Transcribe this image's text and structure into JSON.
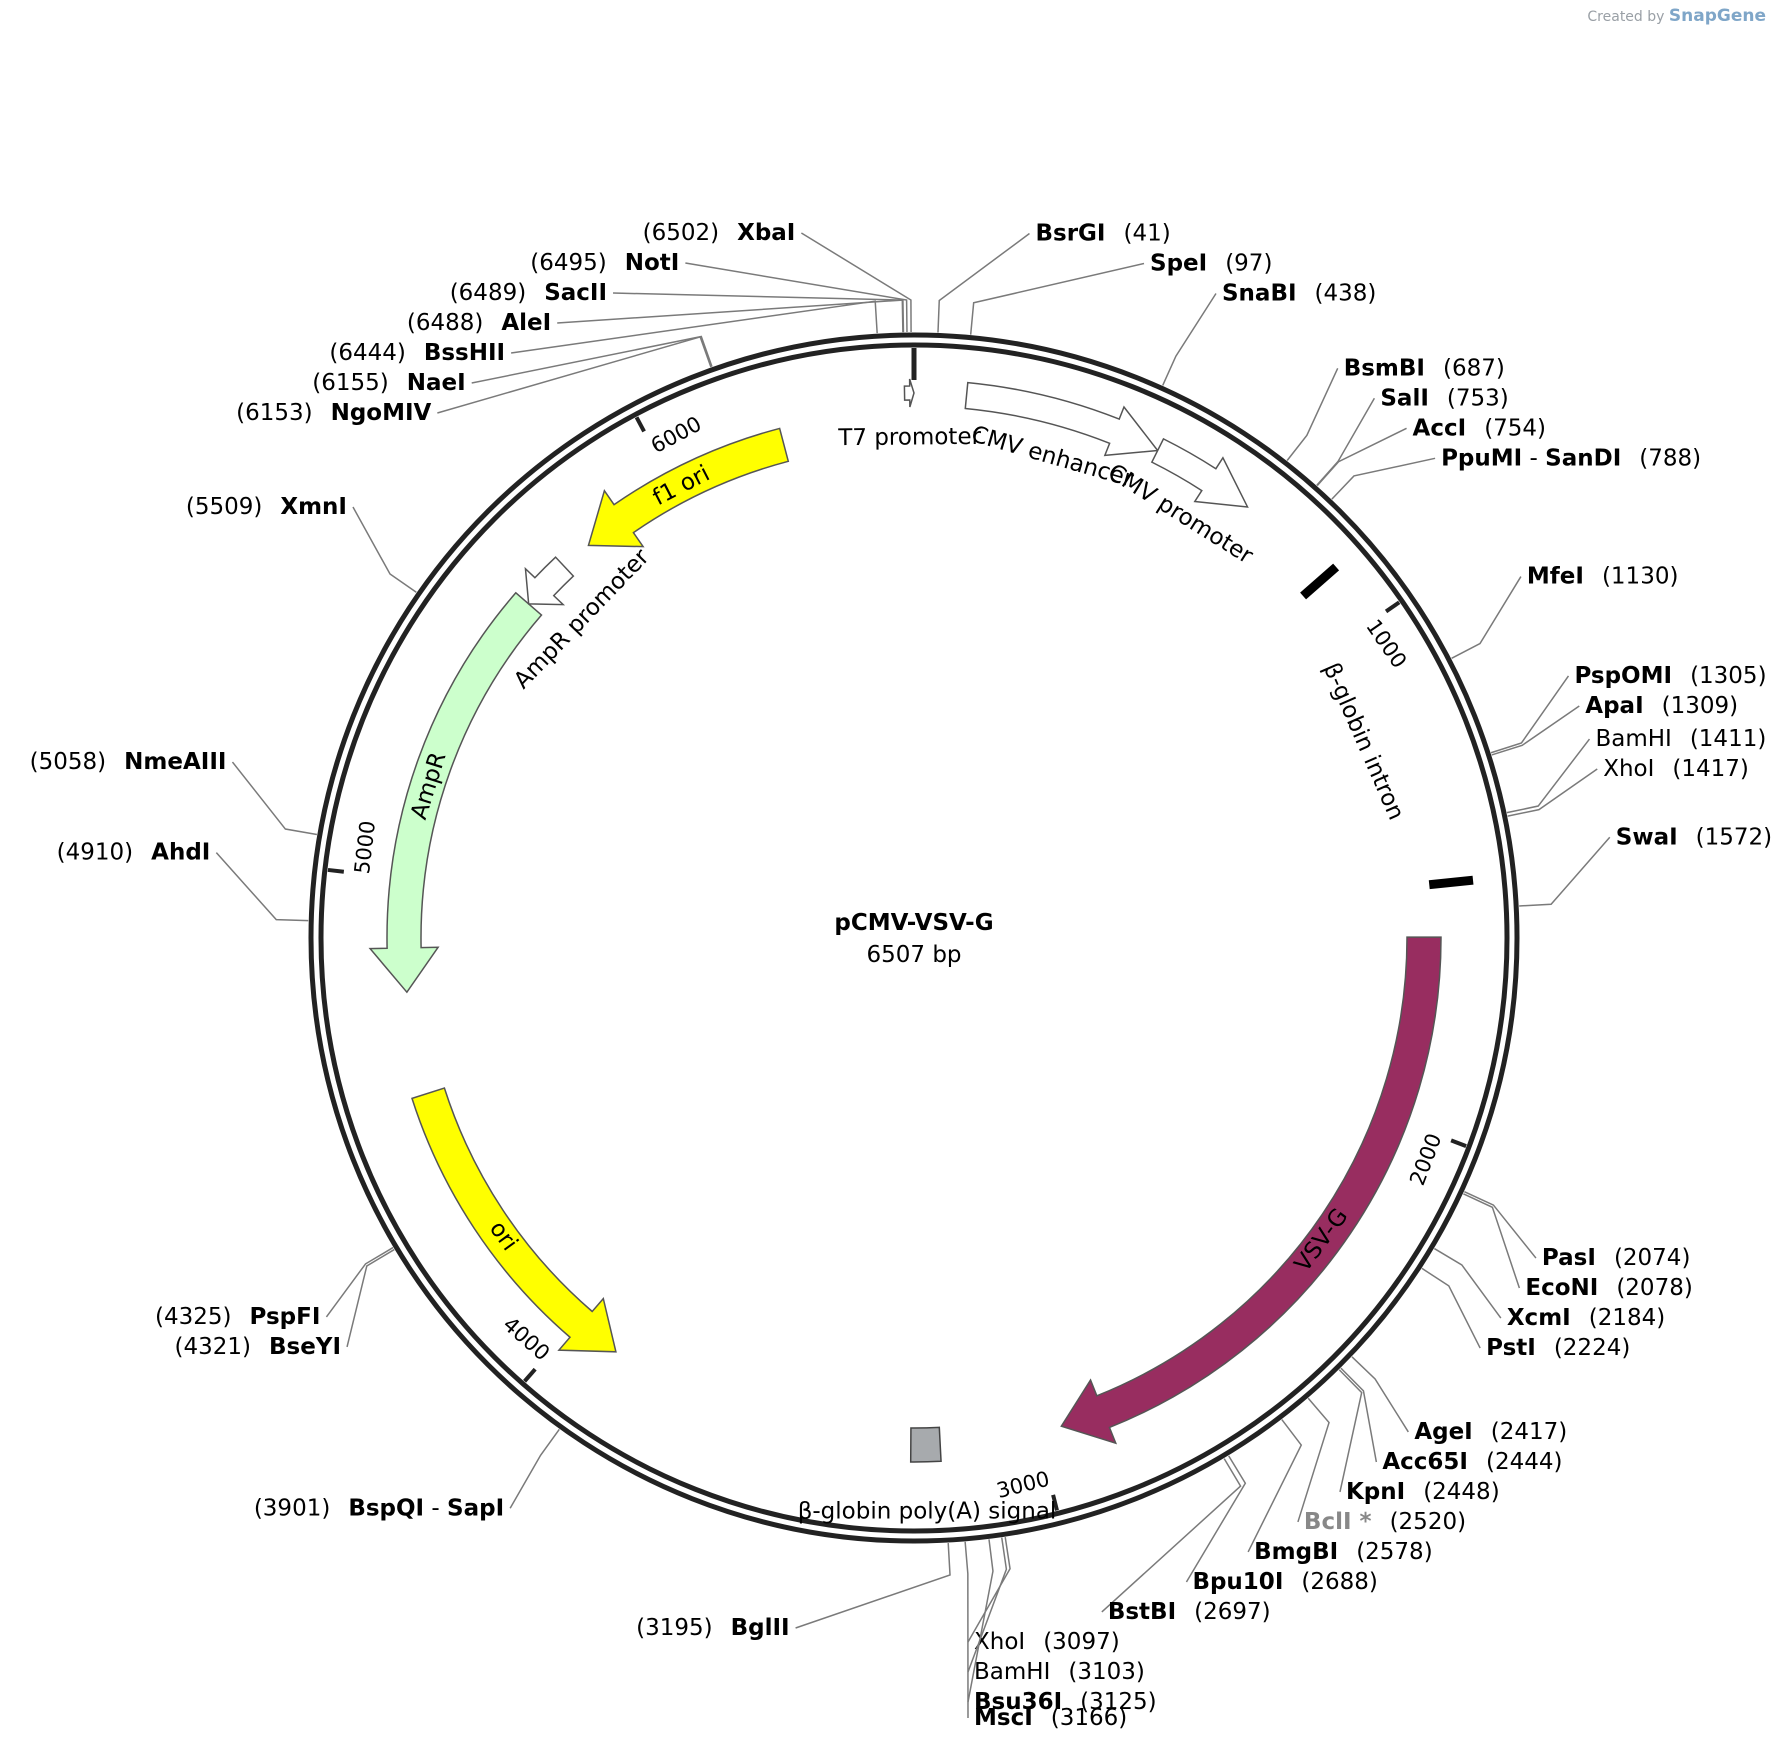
{
  "credit": {
    "prefix": "Created by",
    "brand": "SnapGene"
  },
  "plasmid": {
    "name": "pCMV-VSV-G",
    "length_label": "6507 bp",
    "length": 6507
  },
  "ticks": [
    {
      "pos": 1000,
      "label": "1000"
    },
    {
      "pos": 2000,
      "label": "2000"
    },
    {
      "pos": 3000,
      "label": "3000"
    },
    {
      "pos": 4000,
      "label": "4000"
    },
    {
      "pos": 5000,
      "label": "5000"
    },
    {
      "pos": 6000,
      "label": "6000"
    }
  ],
  "features": [
    {
      "name": "T7 promoter",
      "start": 6489,
      "end": 6507,
      "type": "arrow",
      "dir": 1,
      "fill": "#ffffff"
    },
    {
      "name": "CMV enhancer",
      "start": 100,
      "end": 480,
      "type": "arrow",
      "dir": 1,
      "fill": "#ffffff"
    },
    {
      "name": "CMV promoter",
      "start": 480,
      "end": 682,
      "type": "arrow",
      "dir": 1,
      "fill": "#ffffff"
    },
    {
      "name": "β-globin intron",
      "start": 880,
      "end": 1520,
      "type": "bracket",
      "fill": "#000000"
    },
    {
      "name": "VSV-G",
      "start": 1625,
      "end": 2950,
      "type": "arrow",
      "dir": 1,
      "fill": "#982d60"
    },
    {
      "name": "β-globin poly(A) signal",
      "start": 3200,
      "end": 3260,
      "type": "box",
      "fill": "#a7aaad"
    },
    {
      "name": "ori",
      "start": 3900,
      "end": 4560,
      "type": "arrow",
      "dir": -1,
      "fill": "#ffff00"
    },
    {
      "name": "AmpR",
      "start": 4770,
      "end": 5620,
      "type": "arrow",
      "dir": -1,
      "fill": "#ccffcc"
    },
    {
      "name": "AmpR promoter",
      "start": 5620,
      "end": 5725,
      "type": "arrow",
      "dir": -1,
      "fill": "#ffffff"
    },
    {
      "name": "f1 ori",
      "start": 5790,
      "end": 6240,
      "type": "arrow",
      "dir": -1,
      "fill": "#ffff00"
    }
  ],
  "sites": [
    {
      "enzyme": "XbaI",
      "position": "(6502)",
      "pos": 6502,
      "bold": true,
      "side": "left"
    },
    {
      "enzyme": "NotI",
      "position": "(6495)",
      "pos": 6495,
      "bold": true,
      "side": "left"
    },
    {
      "enzyme": "SacII",
      "position": "(6489)",
      "pos": 6489,
      "bold": true,
      "side": "left"
    },
    {
      "enzyme": "AleI",
      "position": "(6488)",
      "pos": 6488,
      "bold": true,
      "side": "left"
    },
    {
      "enzyme": "BssHII",
      "position": "(6444)",
      "pos": 6444,
      "bold": true,
      "side": "left"
    },
    {
      "enzyme": "NaeI",
      "position": "(6155)",
      "pos": 6155,
      "bold": true,
      "side": "left"
    },
    {
      "enzyme": "NgoMIV",
      "position": "(6153)",
      "pos": 6153,
      "bold": true,
      "side": "left"
    },
    {
      "enzyme": "XmnI",
      "position": "(5509)",
      "pos": 5509,
      "bold": true,
      "side": "left"
    },
    {
      "enzyme": "NmeAIII",
      "position": "(5058)",
      "pos": 5058,
      "bold": true,
      "side": "left"
    },
    {
      "enzyme": "AhdI",
      "position": "(4910)",
      "pos": 4910,
      "bold": true,
      "side": "left"
    },
    {
      "enzyme": "PspFI",
      "position": "(4325)",
      "pos": 4325,
      "bold": true,
      "side": "left"
    },
    {
      "enzyme": "BseYI",
      "position": "(4321)",
      "pos": 4321,
      "bold": true,
      "side": "left"
    },
    {
      "enzyme": "BspQI - SapI",
      "enzyme_a": "BspQI",
      "enzyme_b": "SapI",
      "position": "(3901)",
      "pos": 3901,
      "bold": true,
      "side": "left"
    },
    {
      "enzyme": "BglII",
      "position": "(3195)",
      "pos": 3195,
      "bold": true,
      "side": "left"
    },
    {
      "enzyme": "BsrGI",
      "position": "(41)",
      "pos": 41,
      "bold": true,
      "side": "right"
    },
    {
      "enzyme": "SpeI",
      "position": "(97)",
      "pos": 97,
      "bold": true,
      "side": "right"
    },
    {
      "enzyme": "SnaBI",
      "position": "(438)",
      "pos": 438,
      "bold": true,
      "side": "right"
    },
    {
      "enzyme": "BsmBI",
      "position": "(687)",
      "pos": 687,
      "bold": true,
      "side": "right"
    },
    {
      "enzyme": "SalI",
      "position": "(753)",
      "pos": 753,
      "bold": true,
      "side": "right"
    },
    {
      "enzyme": "AccI",
      "position": "(754)",
      "pos": 754,
      "bold": true,
      "side": "right"
    },
    {
      "enzyme": "PpuMI - SanDI",
      "enzyme_a": "PpuMI",
      "enzyme_b": "SanDI",
      "position": "(788)",
      "pos": 788,
      "bold": true,
      "side": "right"
    },
    {
      "enzyme": "MfeI",
      "position": "(1130)",
      "pos": 1130,
      "bold": true,
      "side": "right"
    },
    {
      "enzyme": "PspOMI",
      "position": "(1305)",
      "pos": 1305,
      "bold": true,
      "side": "right"
    },
    {
      "enzyme": "ApaI",
      "position": "(1309)",
      "pos": 1309,
      "bold": true,
      "side": "right"
    },
    {
      "enzyme": "BamHI",
      "position": "(1411)",
      "pos": 1411,
      "bold": false,
      "side": "right"
    },
    {
      "enzyme": "XhoI",
      "position": "(1417)",
      "pos": 1417,
      "bold": false,
      "side": "right"
    },
    {
      "enzyme": "SwaI",
      "position": "(1572)",
      "pos": 1572,
      "bold": true,
      "side": "right"
    },
    {
      "enzyme": "PasI",
      "position": "(2074)",
      "pos": 2074,
      "bold": true,
      "side": "right"
    },
    {
      "enzyme": "EcoNI",
      "position": "(2078)",
      "pos": 2078,
      "bold": true,
      "side": "right"
    },
    {
      "enzyme": "XcmI",
      "position": "(2184)",
      "pos": 2184,
      "bold": true,
      "side": "right"
    },
    {
      "enzyme": "PstI",
      "position": "(2224)",
      "pos": 2224,
      "bold": true,
      "side": "right"
    },
    {
      "enzyme": "AgeI",
      "position": "(2417)",
      "pos": 2417,
      "bold": true,
      "side": "right"
    },
    {
      "enzyme": "Acc65I",
      "position": "(2444)",
      "pos": 2444,
      "bold": true,
      "side": "right"
    },
    {
      "enzyme": "KpnI",
      "position": "(2448)",
      "pos": 2448,
      "bold": true,
      "side": "right"
    },
    {
      "enzyme": "BclI *",
      "position": "(2520)",
      "pos": 2520,
      "bold": true,
      "grey": true,
      "side": "right"
    },
    {
      "enzyme": "BmgBI",
      "position": "(2578)",
      "pos": 2578,
      "bold": true,
      "side": "right"
    },
    {
      "enzyme": "Bpu10I",
      "position": "(2688)",
      "pos": 2688,
      "bold": true,
      "side": "right"
    },
    {
      "enzyme": "BstBI",
      "position": "(2697)",
      "pos": 2697,
      "bold": true,
      "side": "right"
    },
    {
      "enzyme": "XhoI",
      "position": "(3097)",
      "pos": 3097,
      "bold": false,
      "side": "right"
    },
    {
      "enzyme": "BamHI",
      "position": "(3103)",
      "pos": 3103,
      "bold": false,
      "side": "right"
    },
    {
      "enzyme": "Bsu36I",
      "position": "(3125)",
      "pos": 3125,
      "bold": true,
      "side": "right"
    },
    {
      "enzyme": "MscI",
      "position": "(3166)",
      "pos": 3166,
      "bold": true,
      "side": "right"
    }
  ]
}
